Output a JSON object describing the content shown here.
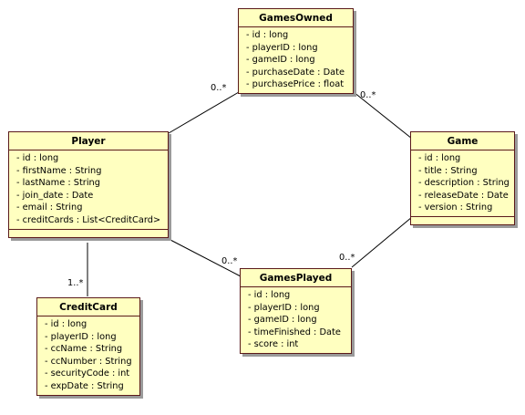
{
  "diagram": {
    "classes": {
      "gamesowned": {
        "name": "GamesOwned",
        "attributes": [
          "- id : long",
          "- playerID : long",
          "- gameID : long",
          "- purchaseDate : Date",
          "- purchasePrice : float"
        ]
      },
      "player": {
        "name": "Player",
        "attributes": [
          "- id : long",
          "- firstName : String",
          "- lastName : String",
          "- join_date : Date",
          "- email : String",
          "- creditCards : List<CreditCard>"
        ]
      },
      "game": {
        "name": "Game",
        "attributes": [
          "- id : long",
          "- title : String",
          "- description : String",
          "- releaseDate : Date",
          "- version : String"
        ]
      },
      "gamesplayed": {
        "name": "GamesPlayed",
        "attributes": [
          "- id : long",
          "- playerID : long",
          "- gameID : long",
          "- timeFinished : Date",
          "- score : int"
        ]
      },
      "creditcard": {
        "name": "CreditCard",
        "attributes": [
          "- id : long",
          "- playerID : long",
          "- ccName : String",
          "- ccNumber : String",
          "- securityCode : int",
          "- expDate : String"
        ]
      }
    },
    "multiplicities": {
      "player_gamesowned": "0..*",
      "game_gamesowned": "0..*",
      "player_gamesplayed": "0..*",
      "game_gamesplayed": "0..*",
      "player_creditcard": "1..*"
    },
    "colors": {
      "box_fill": "#ffffc0",
      "box_border": "#5a1a1a",
      "shadow": "#9a9a9a",
      "line": "#000000"
    }
  }
}
